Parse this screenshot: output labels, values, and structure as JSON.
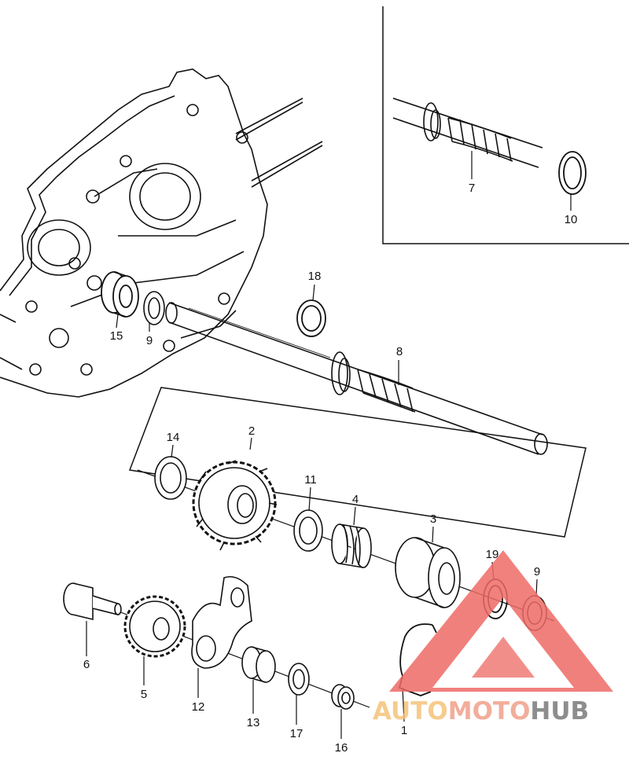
{
  "callouts": {
    "p1": "1",
    "p2": "2",
    "p3": "3",
    "p4": "4",
    "p5": "5",
    "p6": "6",
    "p7": "7",
    "p8": "8",
    "p9a": "9",
    "p9b": "9",
    "p10": "10",
    "p11": "11",
    "p12": "12",
    "p13": "13",
    "p14": "14",
    "p15": "15",
    "p16": "16",
    "p17": "17",
    "p18": "18",
    "p19": "19"
  },
  "watermark": {
    "part1": "AUTO",
    "part2": "MOTO",
    "part3": "HUB",
    "colors": {
      "auto": "#f5c27a",
      "moto": "#f0a08a",
      "hub": "#7a7a7a",
      "triangle": "#ee6b66"
    }
  }
}
